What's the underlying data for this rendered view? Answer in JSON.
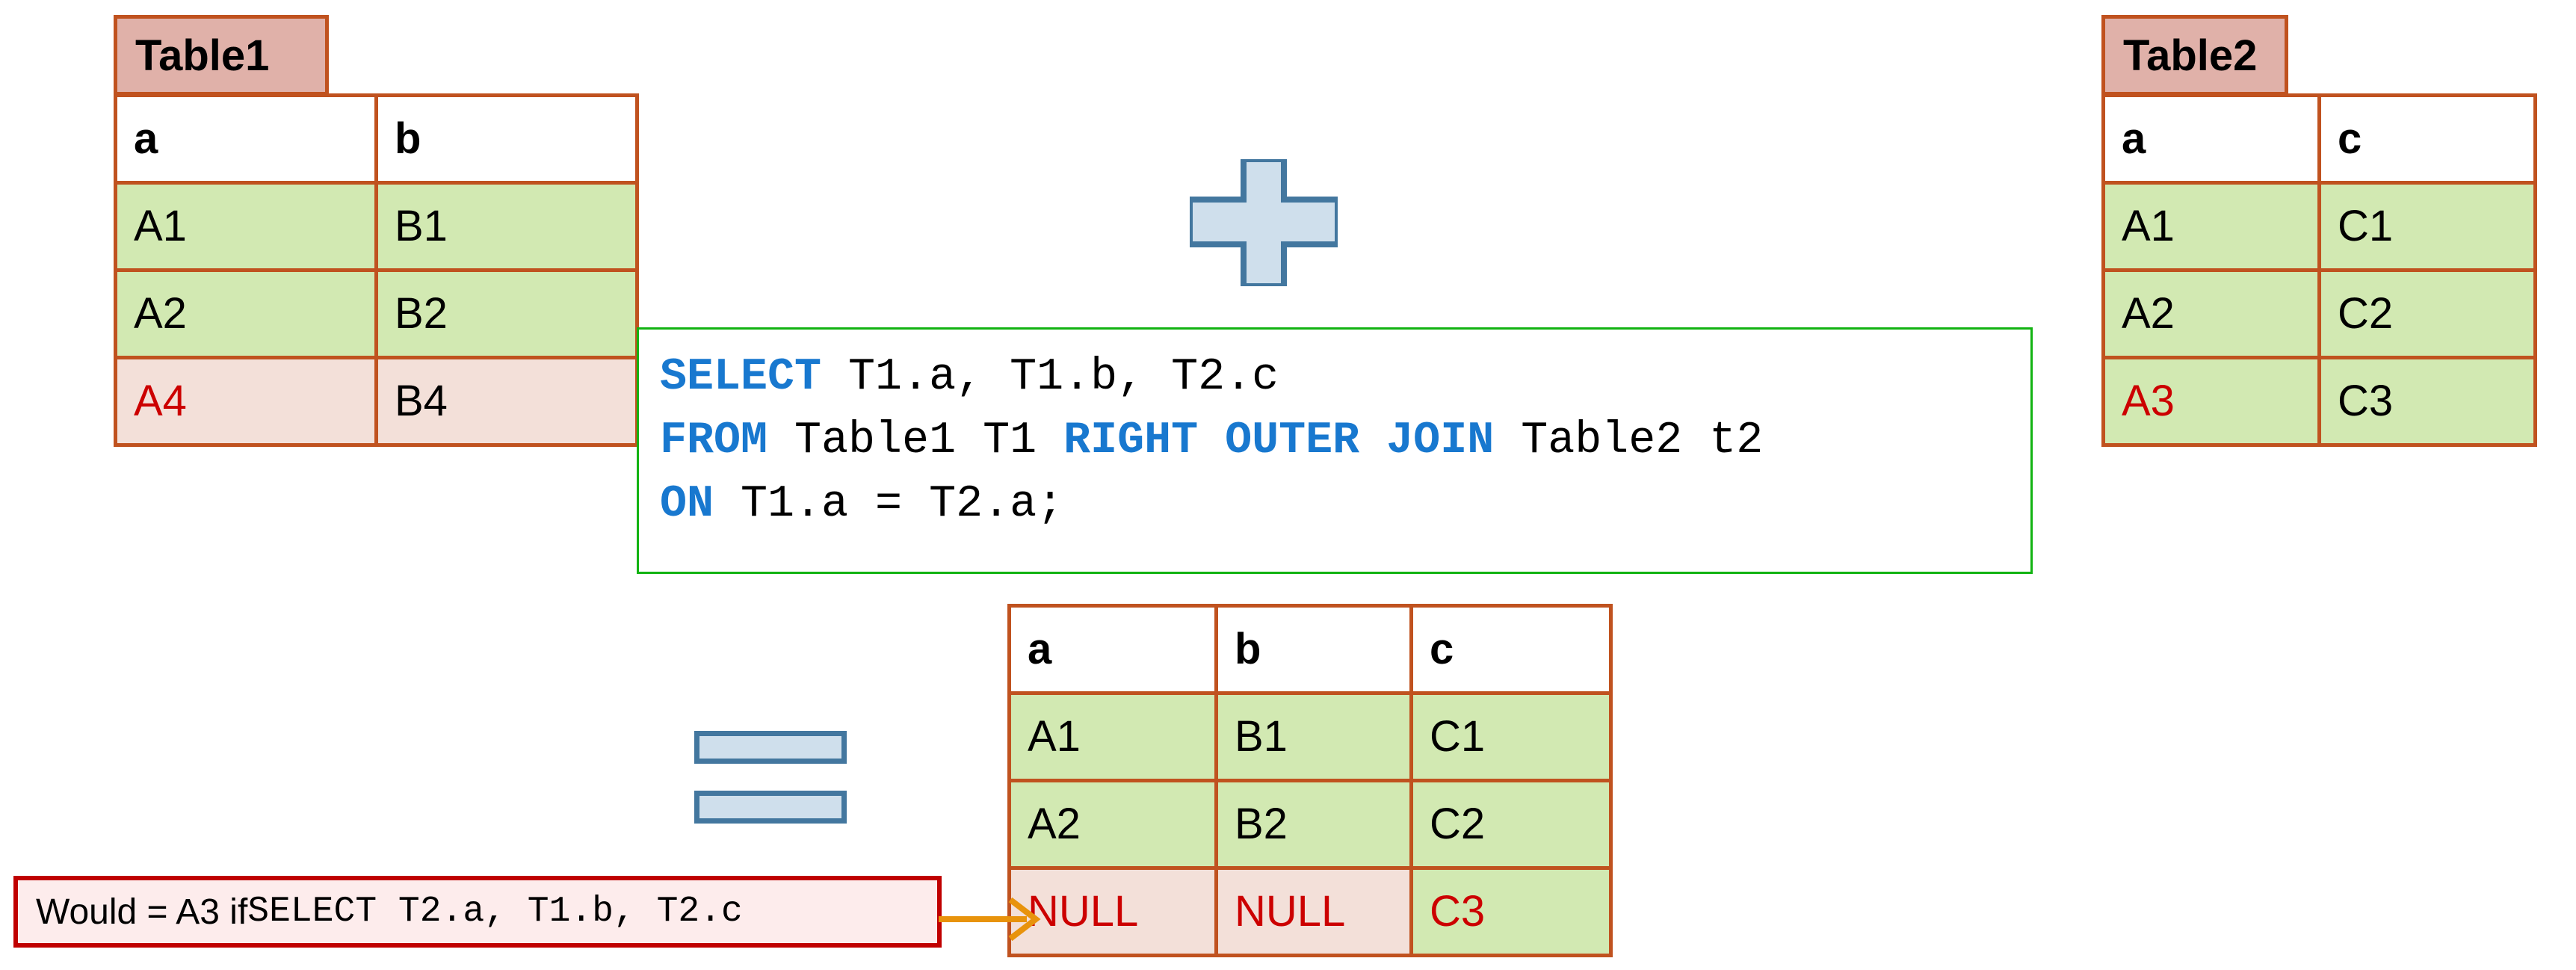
{
  "tables": {
    "table1": {
      "name": "Table1",
      "columns": [
        "a",
        "b"
      ],
      "rows": [
        {
          "cells": [
            "A1",
            "B1"
          ],
          "style": "green",
          "red_cols": []
        },
        {
          "cells": [
            "A2",
            "B2"
          ],
          "style": "green",
          "red_cols": []
        },
        {
          "cells": [
            "A4",
            "B4"
          ],
          "style": "pink",
          "red_cols": [
            0
          ]
        }
      ]
    },
    "table2": {
      "name": "Table2",
      "columns": [
        "a",
        "c"
      ],
      "rows": [
        {
          "cells": [
            "A1",
            "C1"
          ],
          "style": "green",
          "red_cols": []
        },
        {
          "cells": [
            "A2",
            "C2"
          ],
          "style": "green",
          "red_cols": []
        },
        {
          "cells": [
            "A3",
            "C3"
          ],
          "style": "green",
          "red_cols": [
            0
          ]
        }
      ]
    },
    "result": {
      "columns": [
        "a",
        "b",
        "c"
      ],
      "rows": [
        {
          "cells": [
            "A1",
            "B1",
            "C1"
          ],
          "styles": [
            "green",
            "green",
            "green"
          ],
          "red_cols": []
        },
        {
          "cells": [
            "A2",
            "B2",
            "C2"
          ],
          "styles": [
            "green",
            "green",
            "green"
          ],
          "red_cols": []
        },
        {
          "cells": [
            "NULL",
            "NULL",
            "C3"
          ],
          "styles": [
            "pink",
            "pink",
            "green"
          ],
          "red_cols": [
            0,
            1,
            2
          ]
        }
      ]
    }
  },
  "sql": {
    "line1_keyword": "SELECT",
    "line1_rest": " T1.a, T1.b, T2.c",
    "line2_keyword": "FROM",
    "line2_mid": " Table1 T1 ",
    "line2_keyword2": "RIGHT OUTER JOIN",
    "line2_rest": " Table2 t2",
    "line3_keyword": "ON",
    "line3_rest": " T1.a = T2.a;"
  },
  "annotation": {
    "prefix": "Would = A3 if ",
    "code": "SELECT  T2.a,  T1.b,  T2.c"
  },
  "icons": {
    "plus": "plus-icon",
    "equals": "equals-icon",
    "arrow": "arrow-right-icon"
  },
  "colors": {
    "table_border": "#C0521F",
    "tab_fill": "#E0B1A9",
    "row_green": "#D2E9B2",
    "row_pink": "#F3E0D9",
    "red_text": "#CC0000",
    "sql_keyword": "#1878CF",
    "sql_border": "#12B312",
    "icon_fill": "#CFDFEC",
    "icon_stroke": "#43779F",
    "callout_border": "#C00000",
    "callout_fill": "#FDECEC",
    "arrow": "#E8930C"
  }
}
